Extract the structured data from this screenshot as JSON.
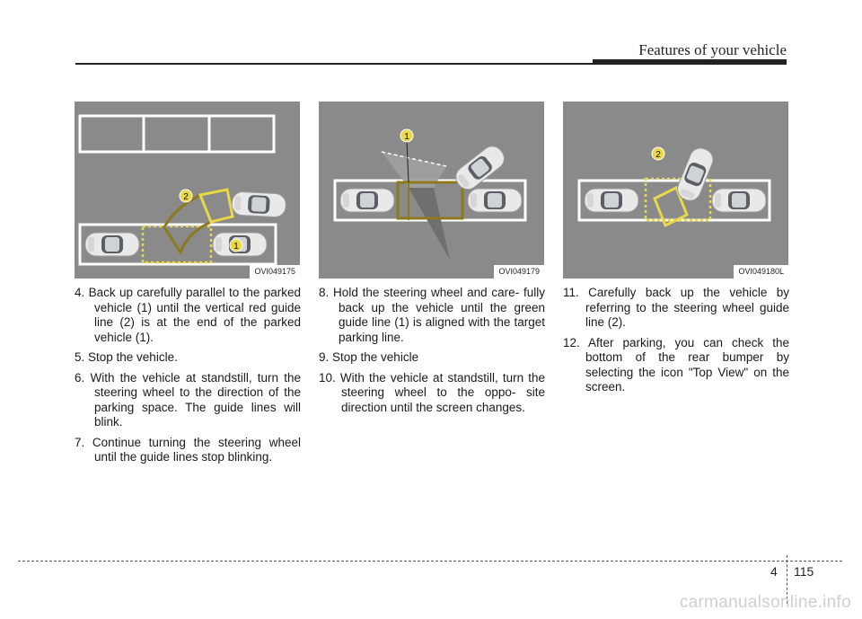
{
  "header": {
    "title": "Features of your vehicle"
  },
  "figures": [
    {
      "code": "OVI049175",
      "callouts": [
        "2",
        "1"
      ]
    },
    {
      "code": "OVI049179",
      "callouts": [
        "1"
      ]
    },
    {
      "code": "OVI049180L",
      "callouts": [
        "2"
      ]
    }
  ],
  "columns": [
    {
      "steps": [
        "4. Back up carefully parallel to the parked vehicle (1) until the vertical red guide line (2) is at the end of the parked vehicle (1).",
        "5. Stop the vehicle.",
        "6. With the vehicle at standstill, turn the steering wheel to the direction of the parking space. The guide lines will blink.",
        "7. Continue turning the steering wheel until the guide lines stop blinking."
      ]
    },
    {
      "steps": [
        "8. Hold the steering wheel and care- fully back up the vehicle until the green guide line (1) is aligned with the target parking line.",
        "9. Stop the vehicle",
        "10. With the vehicle at standstill, turn the steering wheel to the oppo- site direction until the screen changes."
      ]
    },
    {
      "steps": [
        "11. Carefully back up the vehicle by referring to the steering wheel guide line (2).",
        "12. After parking, you can check the bottom of the rear bumper by selecting the icon \"Top View\" on the screen."
      ]
    }
  ],
  "footer": {
    "chapter": "4",
    "page": "115",
    "watermark": "carmanualsonline.info"
  },
  "colors": {
    "asphalt": "#8a8a8a",
    "guide_yellow": "#e8d84a",
    "guide_olive": "#8d7a1c",
    "parking_line": "#ffffff"
  }
}
